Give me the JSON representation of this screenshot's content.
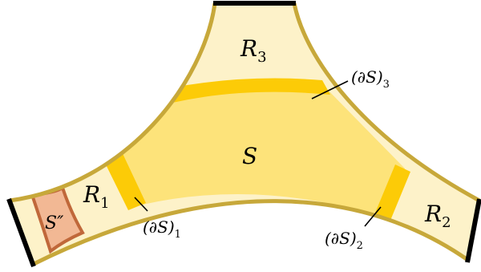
{
  "diagram": {
    "colors": {
      "outline": "#c7a83a",
      "central_fill": "#fde37a",
      "arm_fill": "#fdf2c9",
      "boundary_band": "#fccb07",
      "subregion_fill": "#f2b894",
      "subregion_stroke": "#c0683a",
      "end_cap": "#000000",
      "leader": "#000000"
    },
    "labels": {
      "center": {
        "letter": "S",
        "sub": ""
      },
      "r3": {
        "letter": "R",
        "sub": "3"
      },
      "r1": {
        "letter": "R",
        "sub": "1"
      },
      "r2": {
        "letter": "R",
        "sub": "2"
      },
      "s_double_prime": {
        "letter": "S″",
        "sub": ""
      },
      "boundary_3": {
        "letter": "(∂S)",
        "sub": "3"
      },
      "boundary_1": {
        "letter": "(∂S)",
        "sub": "1"
      },
      "boundary_2": {
        "letter": "(∂S)",
        "sub": "2"
      }
    }
  }
}
